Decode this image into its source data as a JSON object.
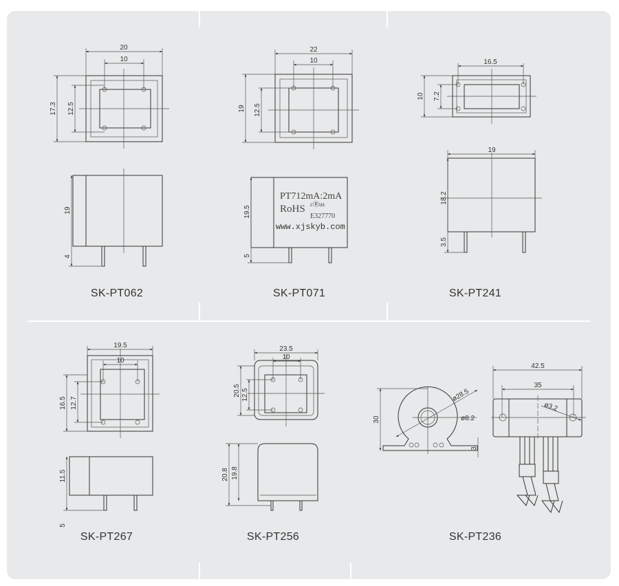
{
  "products": [
    {
      "name": "SK-PT062",
      "dims": [
        "20",
        "10",
        "17.3",
        "12.5",
        "19",
        "4"
      ]
    },
    {
      "name": "SK-PT071",
      "dims": [
        "22",
        "10",
        "19",
        "12.5",
        "19.5",
        "5"
      ],
      "marking": {
        "line1": "PT712mA:2mA",
        "rohs": "RoHS",
        "ul": "cⓇus",
        "cert": "E327770",
        "url": "www.xjskyb.com"
      }
    },
    {
      "name": "SK-PT241",
      "dims": [
        "16.5",
        "10",
        "7.2",
        "19",
        "18.2",
        "3.5"
      ]
    },
    {
      "name": "SK-PT267",
      "dims": [
        "19.5",
        "10",
        "16.5",
        "12.7",
        "11.5",
        "5"
      ]
    },
    {
      "name": "SK-PT256",
      "dims": [
        "23.5",
        "10",
        "20.5",
        "12.5",
        "20.8",
        "19.8"
      ]
    },
    {
      "name": "SK-PT236",
      "dims": [
        "30",
        "ø28.5",
        "ø8.2",
        "3",
        "42.5",
        "35",
        "ø3.2"
      ]
    }
  ]
}
